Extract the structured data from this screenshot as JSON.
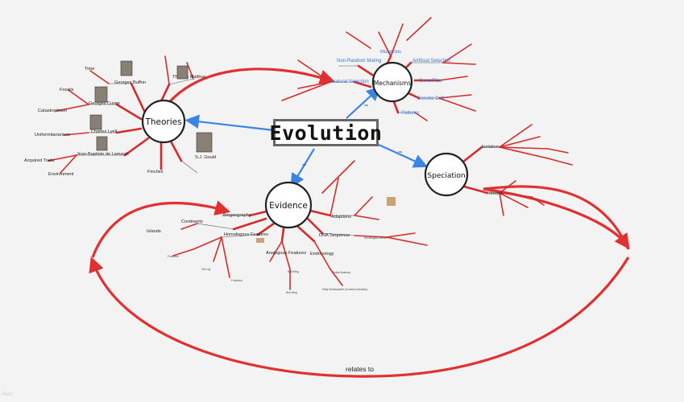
{
  "title": "Evolution",
  "connector_label": "relates to",
  "watermark": "Prezi",
  "hubs": {
    "theories": "Theories",
    "mechanisms": "Mechanisms",
    "evidence": "Evidence",
    "speciation": "Speciation"
  },
  "edge_labels": {
    "has_mech": "has",
    "has_spec": "has",
    "has_evid": "has"
  },
  "theories": {
    "georges_buffon": "Georges Buffon",
    "thomas_malthus": "Thomas Malthus",
    "georges_cuvier": "Georges Cuvier",
    "charles_lyell": "Charles Lyell",
    "lamarck": "Jean-Baptiste de Lamarck",
    "sj_gould": "S.J. Gould",
    "time": "Time",
    "fossils": "Fossils",
    "catastrophism": "Catastrophism",
    "uniformitarianism": "Uniformitarianism",
    "acquired_traits": "Acquired Traits",
    "environment": "Environment",
    "finches": "Finches"
  },
  "mechanisms": {
    "natural_selection": "Natural Selection",
    "non_random_mating": "Non-Random Mating",
    "mutations": "Mutations",
    "artificial_selection": "Artificial Selection",
    "gene_flow": "Gene Flow",
    "genetic_drift": "Genetic Drift",
    "patterns": "Patterns"
  },
  "evidence": {
    "biogeography": "Biogeography",
    "continents": "Continents",
    "islands": "Islands",
    "homologous_features": "Homologous Features",
    "analogous_features": "Analogous Features",
    "embryology": "Embryology",
    "dna_sequence": "DNA Sequence",
    "homologous_genes": "Homologous Genes",
    "adaptions": "Adaptions",
    "functions": "Functions",
    "cat_leg": "Cat Leg",
    "bird_wing": "Bird Wing",
    "bee_wing": "Bee Wing",
    "similar_anatomy": "Similar Anatomy",
    "early_development": "Early Development (Common Ancestry)"
  },
  "speciation": {
    "isolation": "Isolation",
    "modes": "Modes"
  }
}
